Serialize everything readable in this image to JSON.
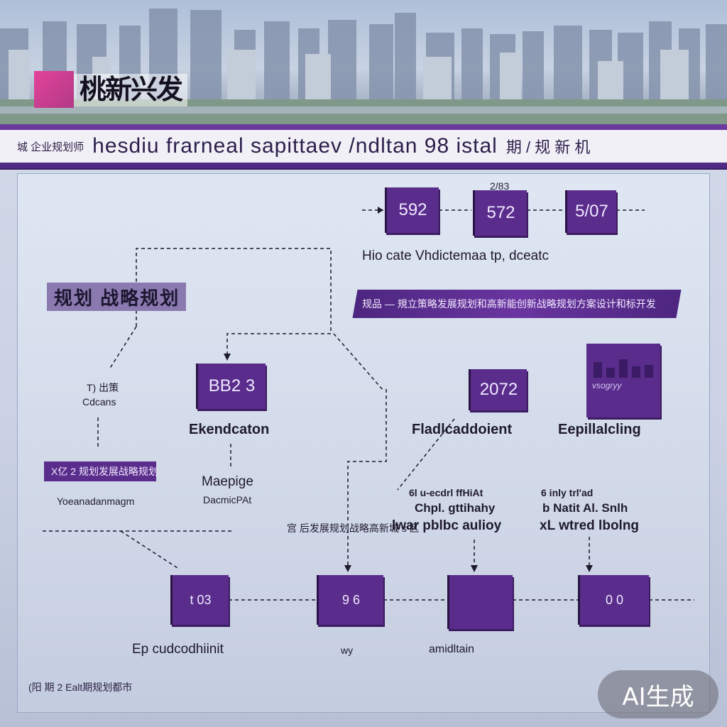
{
  "header": {
    "logo_text": "桃新兴发",
    "banner_prefix": "城 企业规划师",
    "banner_title": "hesdiu  frarneal  sapittaev  /ndltan  98 istal",
    "banner_suffix": "期 / 规 新 机"
  },
  "colors": {
    "accent_purple": "#5a2d8c",
    "banner_purple": "#4f2a82",
    "logo_pink": "#e2429a",
    "panel_bg": "#d4dceb"
  },
  "top_flow": {
    "nodes": [
      "592",
      "572",
      "5/07"
    ],
    "node_caption_mid": "2/83",
    "caption": "Hio cate  Vhdictemaa  tp, dceatc",
    "tag_text": "规品 — 規立策略发展规划和高新能创新战略规划方案设计和标开发"
  },
  "left_column": {
    "heading_tag": "规划 战略规划",
    "sub_label_1": "T) 出策",
    "sub_label_2": "Cdcans",
    "tag": "X亿 2 规划发展战略规划",
    "tag_caption": "Yoeanadanmagm"
  },
  "middle_column": {
    "node": "BB2 3",
    "caption": "Ekendcaton",
    "sub_caption_1": "Maepige",
    "sub_caption_2": "DacmicPAt",
    "hint": "宫 后发展规划战略高新城 s 区"
  },
  "right_column": {
    "node": "2072",
    "node_caption": "Fladlcaddoient",
    "chart_caption": "Eepillalcling",
    "chart_label": "vsogryy",
    "text_block_1": [
      "6l u-ecdrl ffHiAt",
      "Chpl. gttihahy",
      "lwar pblbc aulioy"
    ],
    "text_block_2": [
      "6 inly trl'ad",
      "b  Natit Al. Snlh",
      "xL wtred lbolng"
    ]
  },
  "bottom_flow": {
    "nodes": [
      "t 03",
      "9 6",
      "",
      "0 0"
    ],
    "captions": [
      "Ep cudcodhiinit",
      "wy",
      "amidltain",
      ""
    ]
  },
  "footer": {
    "note": "(阳 期 2 Ealt期规划都市",
    "ai_badge": "AI生成"
  }
}
